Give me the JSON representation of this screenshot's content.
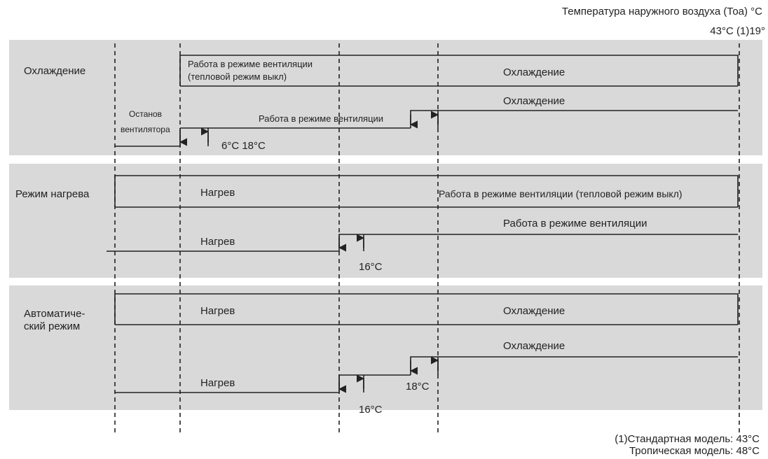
{
  "header": {
    "axis_title": "Температура наружного воздуха (Тоа) °C",
    "axis_value": "43°C (1)19°"
  },
  "cooling": {
    "label": "Охлаждение",
    "fan_mode_line1": "Работа в режиме вентиляции",
    "fan_mode_line2": "(тепловой режим выкл)",
    "upper_cooling": "Охлаждение",
    "lower_cooling": "Охлаждение",
    "fan_stop_line1": "Останов",
    "fan_stop_line2": "вентилятора",
    "fan_mode_lower": "Работа в режиме вентиляции",
    "thresholds": "6°C 18°C"
  },
  "heating": {
    "label": "Режим нагрева",
    "upper_heat": "Нагрев",
    "upper_fan": "Работа в режиме вентиляции (тепловой режим выкл)",
    "lower_fan": "Работа в режиме вентиляции",
    "lower_heat": "Нагрев",
    "threshold": "16°C"
  },
  "auto": {
    "label_line1": "Автоматиче-",
    "label_line2": "ский режим",
    "upper_heat": "Нагрев",
    "upper_cool": "Охлаждение",
    "lower_cool": "Охлаждение",
    "lower_heat": "Нагрев",
    "threshold_high": "18°C",
    "threshold_low": "16°C"
  },
  "footnote": {
    "line1": "(1)Стандартная модель: 43°C",
    "line2": "Тропическая модель: 48°C"
  }
}
